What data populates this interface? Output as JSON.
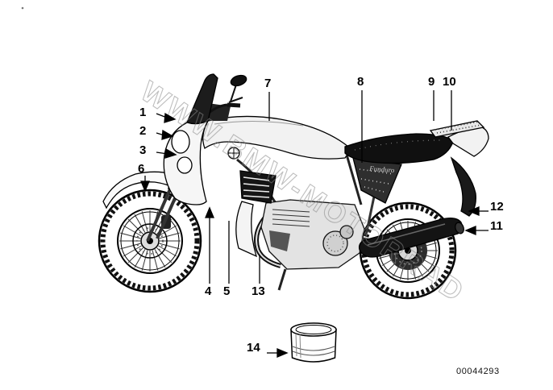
{
  "watermark": "WWW.BMW-MOTORRAD",
  "image_number": "00044293",
  "decal": "Funduro",
  "colors": {
    "ink": "#000000",
    "paper": "#ffffff",
    "watermark": "#8a8a8a"
  },
  "callouts": [
    "1",
    "2",
    "3",
    "4",
    "5",
    "6",
    "7",
    "8",
    "9",
    "10",
    "11",
    "12",
    "13",
    "14"
  ]
}
